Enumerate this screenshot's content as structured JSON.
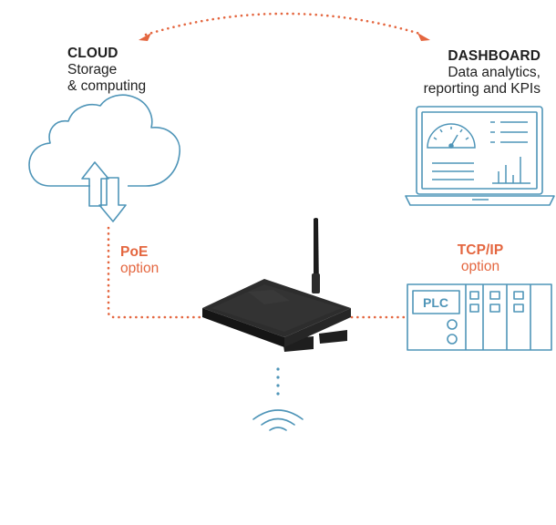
{
  "cloud": {
    "title": "CLOUD",
    "line1": "Storage",
    "line2": "& computing"
  },
  "dashboard": {
    "title": "DASHBOARD",
    "line1": "Data analytics,",
    "line2": "reporting and KPIs"
  },
  "poe": {
    "title": "PoE",
    "sub": "option"
  },
  "tcp": {
    "title": "TCP/IP",
    "sub": "option"
  },
  "plc": {
    "label": "PLC"
  },
  "colors": {
    "accent": "#e4663f",
    "line_art": "#4f95b8",
    "device": "#232323",
    "text": "#1f1f1f"
  },
  "icons": [
    "cloud-icon",
    "upload-download-arrows-icon",
    "laptop-dashboard-icon",
    "gauge-icon",
    "bar-chart-icon",
    "plc-icon",
    "wireless-signal-icon",
    "gateway-device-image"
  ]
}
